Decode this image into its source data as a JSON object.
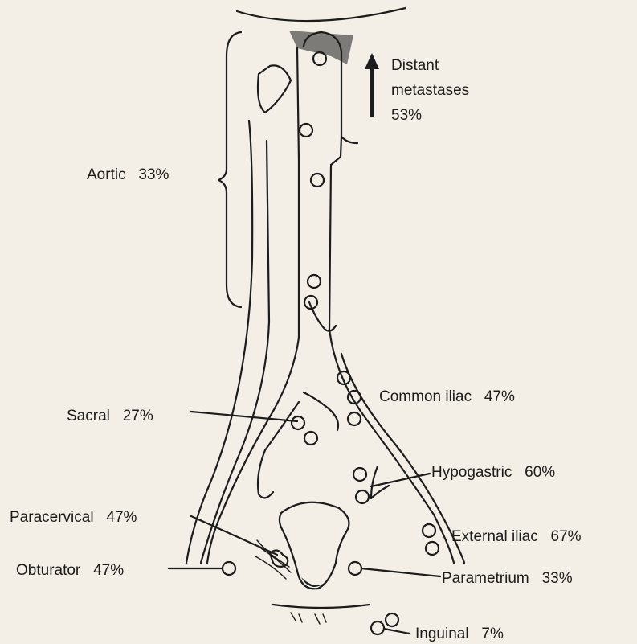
{
  "distant": {
    "line1": "Distant",
    "line2": "metastases",
    "line3": "53%"
  },
  "stations": {
    "aortic": "Aortic   33%",
    "common_iliac": "Common iliac   47%",
    "sacral": "Sacral   27%",
    "hypogastric": "Hypogastric   60%",
    "paracervical": "Paracervical   47%",
    "external_iliac": "External iliac   67%",
    "obturator": "Obturator   47%",
    "parametrium": "Parametrium   33%",
    "inguinal": "Inguinal   7%"
  },
  "colors": {
    "ink": "#1c1c1c",
    "paper": "#f3efe6"
  }
}
